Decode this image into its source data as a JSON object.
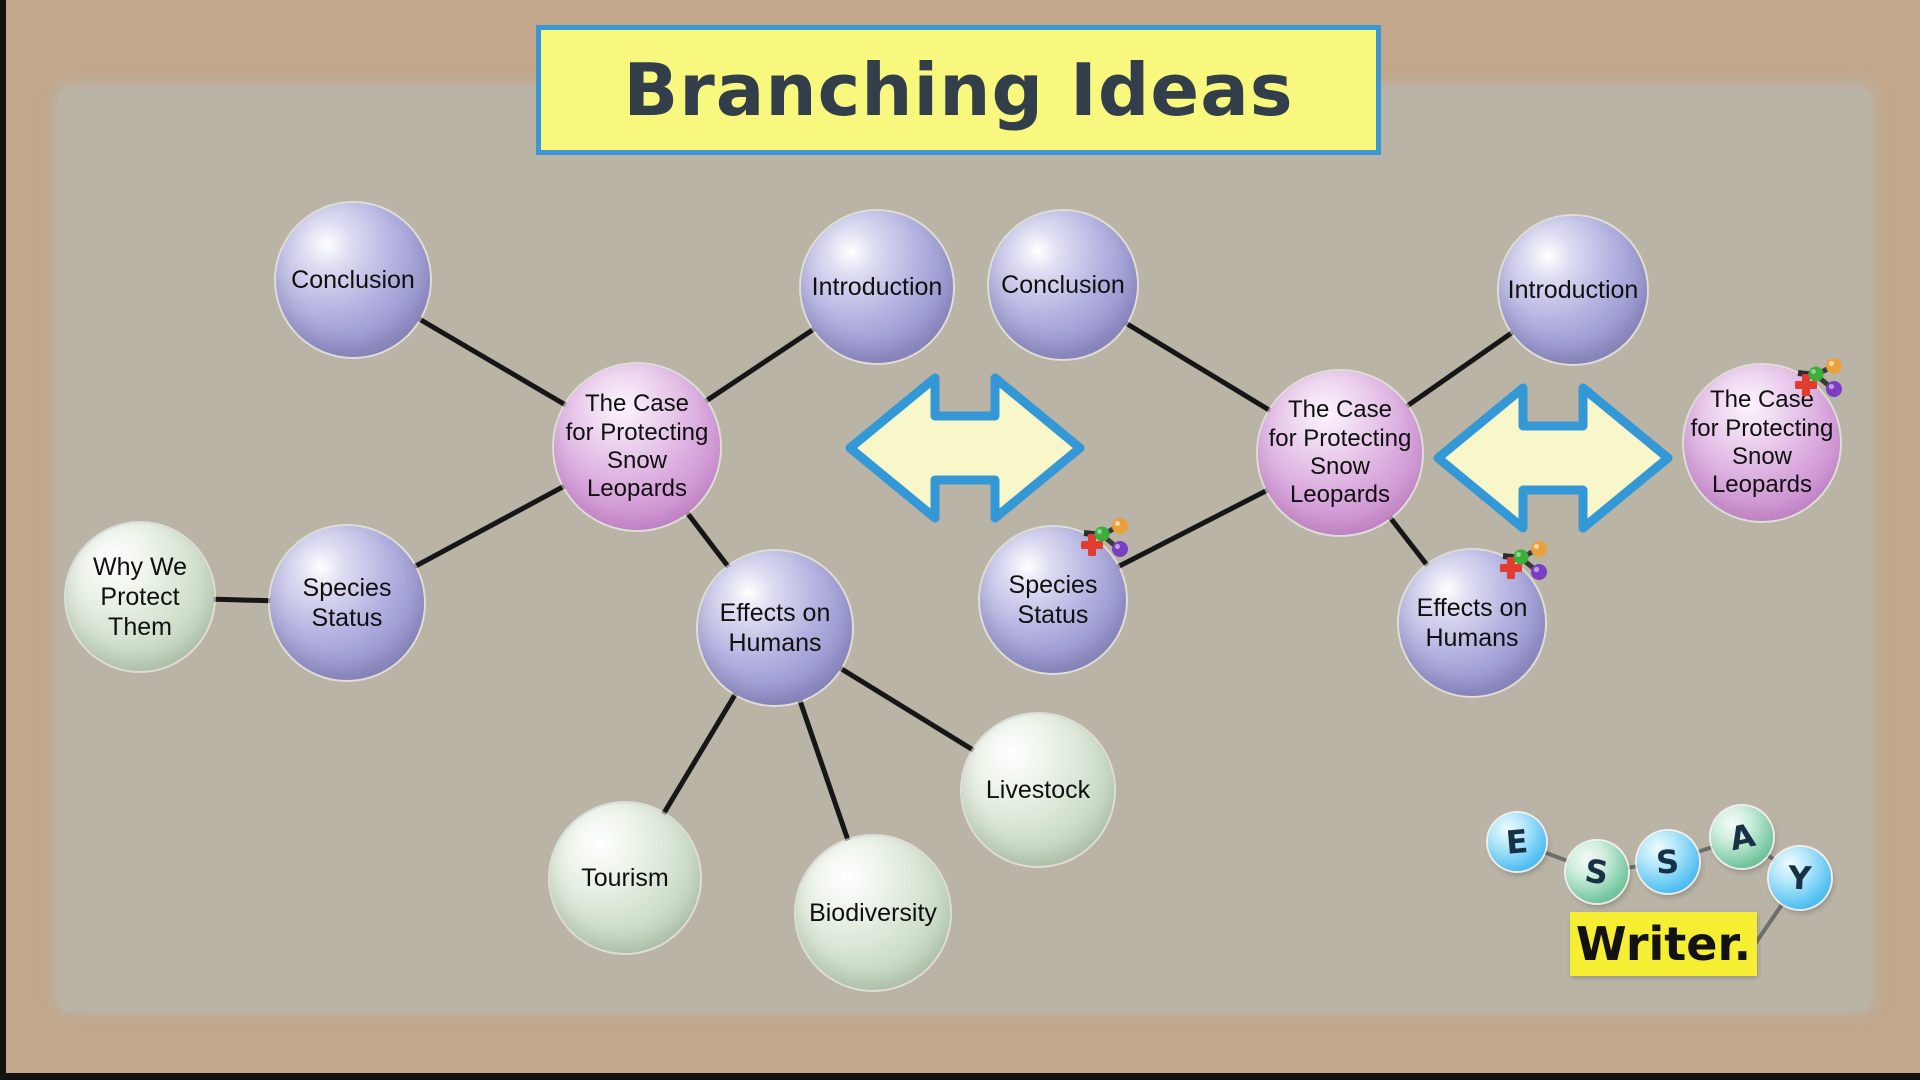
{
  "title": {
    "text": "Branching Ideas"
  },
  "nodes": [
    {
      "id": "conclusion-left",
      "label": "Conclusion",
      "type": "purple"
    },
    {
      "id": "introduction-left",
      "label": "Introduction",
      "type": "purple"
    },
    {
      "id": "case-left",
      "label": "The Case\nfor Protecting\nSnow\nLeopards",
      "type": "pink"
    },
    {
      "id": "why-we-protect-them",
      "label": "Why We\nProtect\nThem",
      "type": "green"
    },
    {
      "id": "species-status-left",
      "label": "Species\nStatus",
      "type": "purple"
    },
    {
      "id": "effects-on-humans-left",
      "label": "Effects on\nHumans",
      "type": "purple"
    },
    {
      "id": "tourism",
      "label": "Tourism",
      "type": "green"
    },
    {
      "id": "biodiversity",
      "label": "Biodiversity",
      "type": "green"
    },
    {
      "id": "livestock",
      "label": "Livestock",
      "type": "green"
    },
    {
      "id": "conclusion-right",
      "label": "Conclusion",
      "type": "purple"
    },
    {
      "id": "introduction-right",
      "label": "Introduction",
      "type": "purple"
    },
    {
      "id": "case-right",
      "label": "The Case\nfor Protecting\nSnow\nLeopards",
      "type": "pink"
    },
    {
      "id": "species-status-right",
      "label": "Species\nStatus",
      "type": "purple",
      "icon": "molecule-add"
    },
    {
      "id": "effects-on-humans-right",
      "label": "Effects on\nHumans",
      "type": "purple",
      "icon": "molecule-add"
    },
    {
      "id": "case-far-right",
      "label": "The Case\nfor Protecting\nSnow\nLeopards",
      "type": "pink",
      "icon": "molecule-add"
    }
  ],
  "icons": {
    "double_arrow": "left-right-arrow",
    "molecule_add": "molecule-add"
  },
  "brand": {
    "letters": [
      "E",
      "S",
      "S",
      "A",
      "Y"
    ],
    "word": "Writer."
  },
  "colors": {
    "outer_background": "#c2a78c",
    "panel_background": "#b9b4a6",
    "title_background": "#f9f87e",
    "title_border": "#3a97d4",
    "title_text": "#333e4b",
    "node_purple": "#9694cc",
    "node_pink": "#c98bce",
    "node_green": "#b7cbb3",
    "connector_line": "#161616",
    "arrow_fill": "#f8f7c9",
    "arrow_border": "#3598d6",
    "brand_ball_blue": "#2aa2dc",
    "brand_ball_teal": "#4dae81",
    "writer_background": "#f5ee33"
  }
}
